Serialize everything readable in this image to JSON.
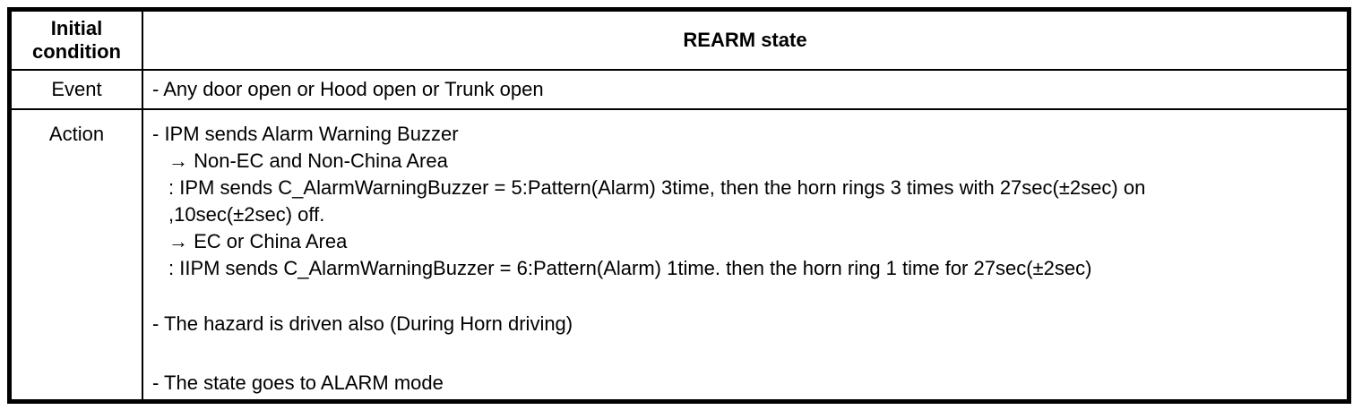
{
  "table": {
    "header": {
      "initial_condition": "Initial condition",
      "state": "REARM state"
    },
    "event": {
      "label": "Event",
      "line": "- Any door open or Hood open or Trunk open"
    },
    "action": {
      "label": "Action",
      "lines": [
        "- IPM sends Alarm Warning Buzzer",
        "→ Non-EC and Non-China Area",
        ": IPM sends C_AlarmWarningBuzzer = 5:Pattern(Alarm) 3time, then the horn rings 3 times with 27sec(±2sec) on",
        ",10sec(±2sec) off.",
        "→ EC or China Area",
        ": IIPM sends C_AlarmWarningBuzzer = 6:Pattern(Alarm) 1time. then the horn ring 1 time for 27sec(±2sec)",
        "- The hazard is driven also (During Horn driving)",
        "- The state goes to ALARM mode"
      ]
    },
    "colors": {
      "border": "#000000",
      "background": "#ffffff",
      "text": "#000000"
    }
  }
}
